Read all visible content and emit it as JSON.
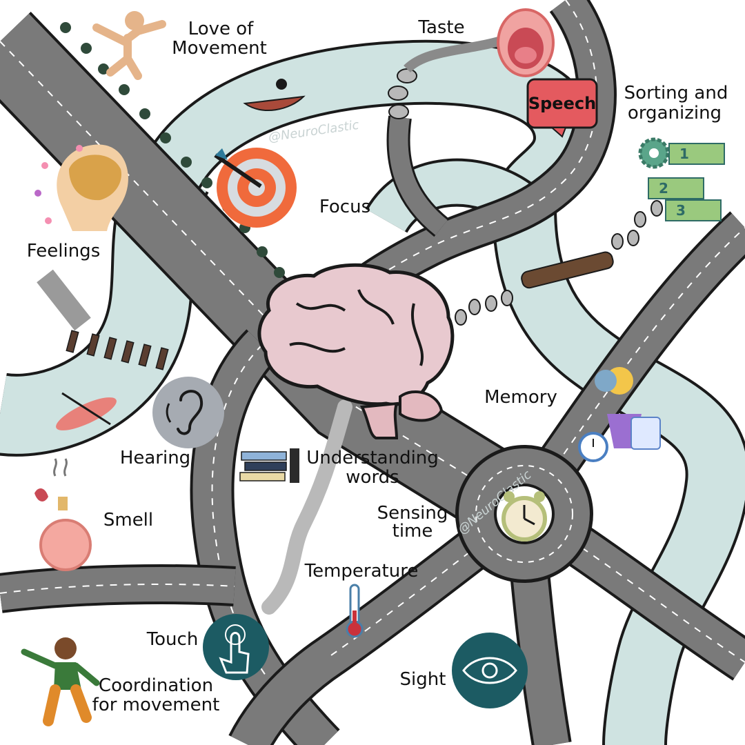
{
  "labels": {
    "love_of_movement": [
      "Love of",
      "Movement"
    ],
    "taste": "Taste",
    "speech": "Speech",
    "sorting": [
      "Sorting and",
      "organizing"
    ],
    "feelings": "Feelings",
    "focus": "Focus",
    "memory": "Memory",
    "hearing": "Hearing",
    "understanding": [
      "Understanding",
      "words"
    ],
    "smell": "Smell",
    "sensing_time": [
      "Sensing",
      "time"
    ],
    "temperature": "Temperature",
    "touch": "Touch",
    "coordination": [
      "Coordination",
      "for movement"
    ],
    "sight": "Sight"
  },
  "watermark": "@NeuroClastic",
  "sorting_steps": [
    "1",
    "2",
    "3"
  ],
  "colors": {
    "road": "#7a7a7a",
    "road_edge": "#1a1a1a",
    "river": "#cfe3e1",
    "brain": "#e8c9cf",
    "target": "#f06a3c",
    "dark_teal": "#1c5b63",
    "ear_gray": "#a6abb2",
    "speech_red": "#e45a5f",
    "green_steps": "#9ac97e"
  },
  "icons": {
    "love_of_movement": "dancing-figure-icon",
    "taste": "open-mouth-icon",
    "speech": "speech-bubble-icon",
    "sorting": "gear-list-icon",
    "feelings": "head-flowers-icon",
    "focus": "target-icon",
    "memory": "brain-bulb-calendar-icon",
    "hearing": "ear-icon",
    "understanding": "books-icon",
    "smell": "perfume-bottle-icon",
    "sensing_time": "alarm-clock-icon",
    "temperature": "thermometer-icon",
    "touch": "hand-touch-icon",
    "coordination": "dancing-child-icon",
    "sight": "eye-icon",
    "center": "brain-icon"
  }
}
